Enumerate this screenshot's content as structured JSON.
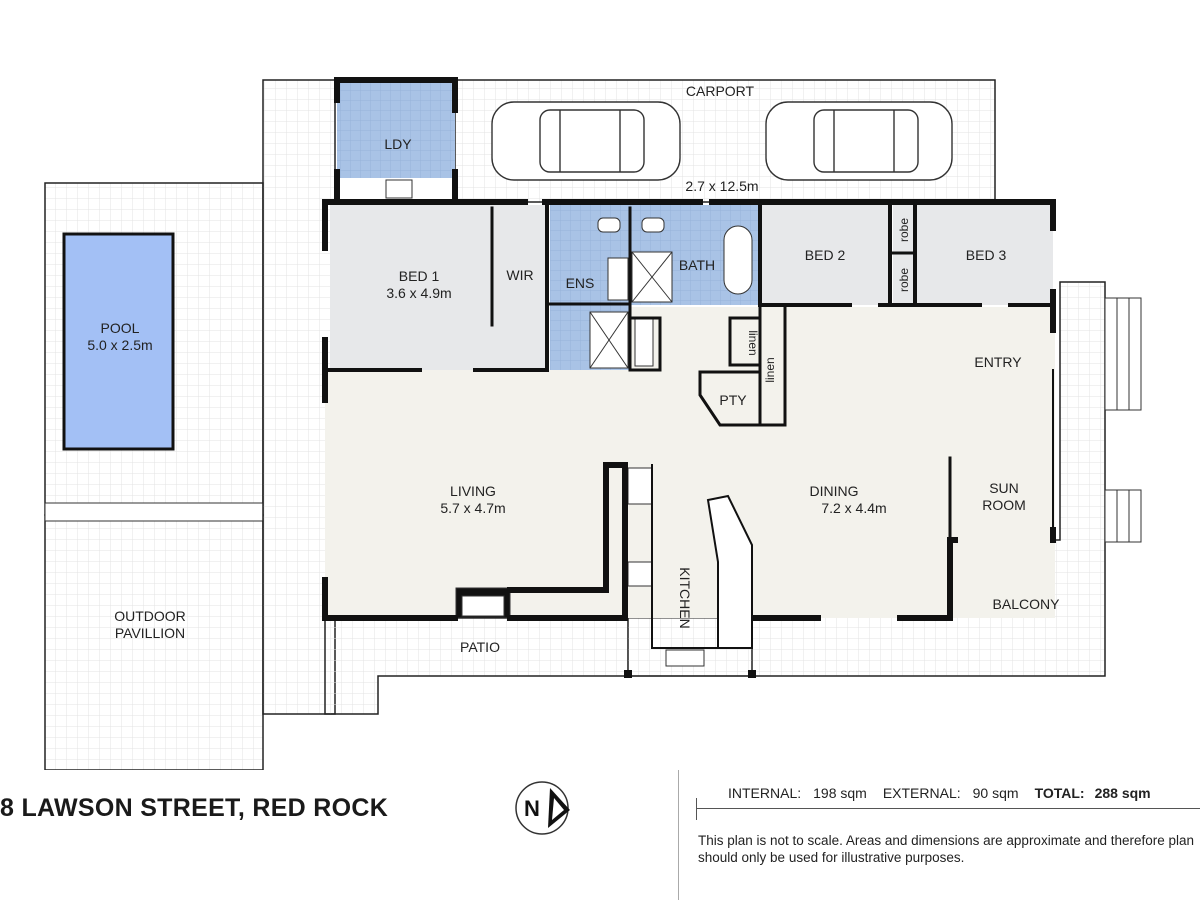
{
  "rooms": {
    "carport": {
      "name": "CARPORT",
      "dims": "2.7 x 12.5m"
    },
    "ldy": {
      "name": "LDY"
    },
    "bed1": {
      "name": "BED 1",
      "dims": "3.6 x 4.9m"
    },
    "wir": {
      "name": "WIR"
    },
    "ens": {
      "name": "ENS"
    },
    "bath": {
      "name": "BATH"
    },
    "bed2": {
      "name": "BED 2"
    },
    "bed3": {
      "name": "BED 3"
    },
    "robe_a": {
      "name": "robe"
    },
    "robe_b": {
      "name": "robe"
    },
    "linen_a": {
      "name": "linen"
    },
    "linen_b": {
      "name": "linen"
    },
    "pty": {
      "name": "PTY"
    },
    "entry": {
      "name": "ENTRY"
    },
    "living": {
      "name": "LIVING",
      "dims": "5.7 x 4.7m"
    },
    "dining": {
      "name": "DINING",
      "dims": "7.2 x 4.4m"
    },
    "sunroom": {
      "line1": "SUN",
      "line2": "ROOM"
    },
    "kitchen": {
      "name": "KITCHEN"
    },
    "balcony": {
      "name": "BALCONY"
    },
    "patio": {
      "name": "PATIO"
    },
    "pool": {
      "name": "POOL",
      "dims": "5.0 x 2.5m"
    },
    "pavilion": {
      "line1": "OUTDOOR",
      "line2": "PAVILLION"
    }
  },
  "address": "8 LAWSON STREET, RED ROCK",
  "areas": {
    "internal_label": "INTERNAL:",
    "internal_value": "198 sqm",
    "external_label": "EXTERNAL:",
    "external_value": "90 sqm",
    "total_label": "TOTAL:",
    "total_value": "288 sqm"
  },
  "disclaimer": "This plan is not to scale. Areas and dimensions are approximate and therefore plan should only be used for illustrative purposes.",
  "compass": {
    "letter": "N"
  },
  "colors": {
    "wall": "#111111",
    "internal_floor": "#f3f2ec",
    "bedroom_floor": "#e7e8ea",
    "wet_area": "#a9c3e6",
    "pool": "#a3c0f5",
    "external": "#ffffff",
    "tile_line": "#e2e2e2"
  }
}
